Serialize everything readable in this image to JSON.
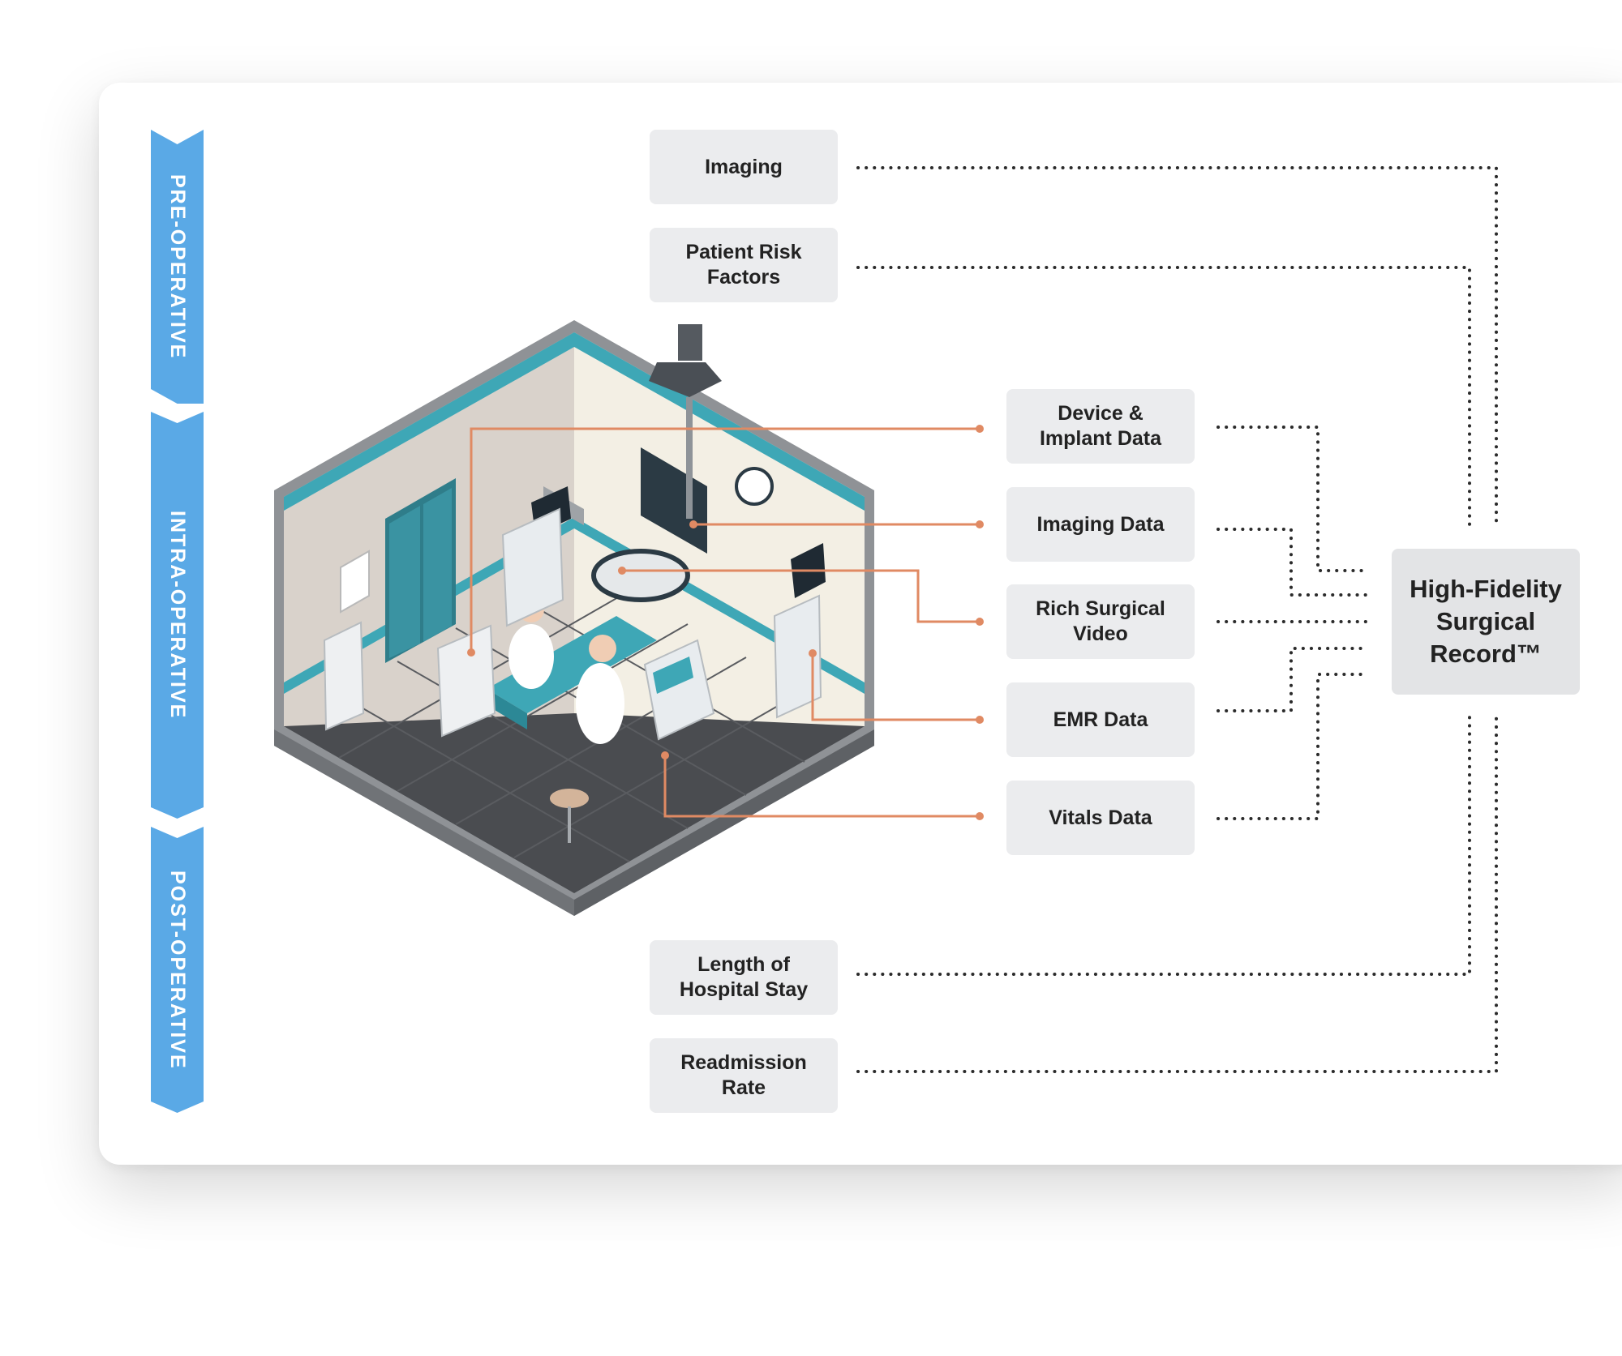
{
  "phases": [
    {
      "label": "PRE-OPERATIVE"
    },
    {
      "label": "INTRA-OPERATIVE"
    },
    {
      "label": "POST-OPERATIVE"
    }
  ],
  "pre_operative": [
    {
      "label": "Imaging"
    },
    {
      "label": "Patient Risk\nFactors"
    }
  ],
  "intra_operative": [
    {
      "label": "Device &\nImplant Data"
    },
    {
      "label": "Imaging Data"
    },
    {
      "label": "Rich Surgical\nVideo"
    },
    {
      "label": "EMR Data"
    },
    {
      "label": "Vitals Data"
    }
  ],
  "post_operative": [
    {
      "label": "Length of\nHospital Stay"
    },
    {
      "label": "Readmission\nRate"
    }
  ],
  "record": {
    "label": "High-Fidelity\nSurgical\nRecord™"
  },
  "colors": {
    "phase_band": "#5aa9e6",
    "box_fill": "#ebecee",
    "callout_line": "#e08a63",
    "dotted_line": "#2b2b2b",
    "accent_teal": "#3ea7b6"
  }
}
